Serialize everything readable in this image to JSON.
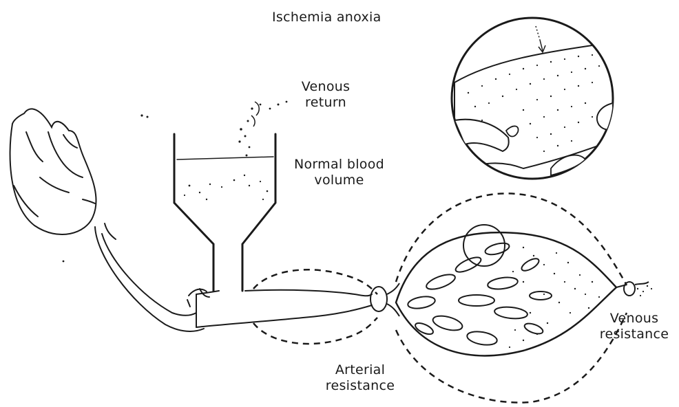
{
  "labels": {
    "ischemia": "Ischemia anoxia",
    "venous_return_line1": "Venous",
    "venous_return_line2": "return",
    "normal_volume_line1": "Normal blood",
    "normal_volume_line2": "volume",
    "arterial_resistance_line1": "Arterial",
    "arterial_resistance_line2": "resistance",
    "venous_resistance_line1": "Venous",
    "venous_resistance_line2": "resistance"
  }
}
